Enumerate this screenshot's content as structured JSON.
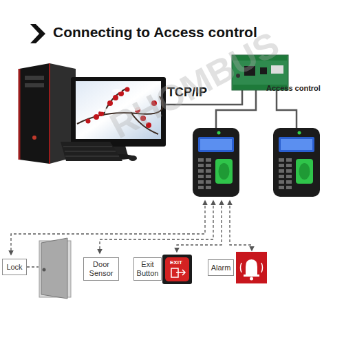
{
  "diagram": {
    "title": "Connecting to Access control",
    "nodes": [
      {
        "text": [
          "Access control"
        ]
      },
      {
        "text": [
          "Lock"
        ]
      },
      {
        "text": [
          "Door Sensor"
        ]
      },
      {
        "text": [
          "Exit Button"
        ]
      },
      {
        "text": [
          "Alarm"
        ]
      }
    ],
    "labels": [
      "TCP/IP",
      "RHOMBUS",
      "EXIT"
    ]
  }
}
